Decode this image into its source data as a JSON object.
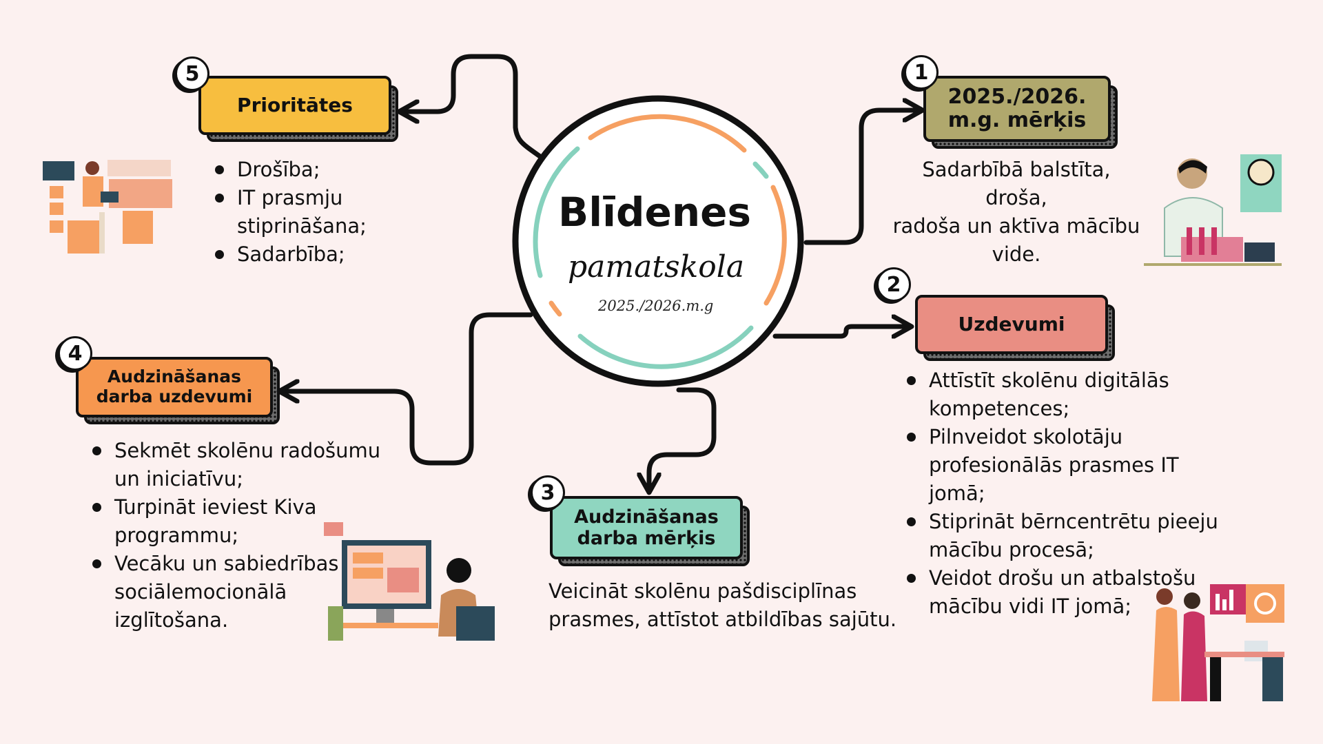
{
  "center": {
    "title": "Blīdenes",
    "subtitle": "pamatskola",
    "year": "2025./2026.m.g"
  },
  "sections": [
    {
      "number": "1",
      "title_line1": "2025./2026.",
      "title_line2": "m.g. mērķis",
      "color": "#b0a86d",
      "text_lines": [
        "Sadarbībā balstīta, droša,",
        "radoša un aktīva mācību",
        "vide."
      ]
    },
    {
      "number": "2",
      "title": "Uzdevumi",
      "color": "#e98e83",
      "items": [
        "Attīstīt skolēnu digitālās kompetences;",
        "Pilnveidot skolotāju profesionālās prasmes IT jomā;",
        "Stiprināt bērncentrētu pieeju mācību procesā;",
        "Veidot drošu un atbalstošu mācību vidi IT jomā;"
      ]
    },
    {
      "number": "3",
      "title_line1": "Audzināšanas",
      "title_line2": "darba mērķis",
      "color": "#8fd6c0",
      "text_lines": [
        "Veicināt skolēnu pašdisciplīnas",
        "prasmes, attīstot atbildības sajūtu."
      ]
    },
    {
      "number": "4",
      "title_line1": "Audzināšanas",
      "title_line2": "darba uzdevumi",
      "color": "#f6974f",
      "items": [
        "Sekmēt skolēnu radošumu un iniciatīvu;",
        "Turpināt ieviest Kiva programmu;",
        "Vecāku un sabiedrības sociālemocionālā izglītošana."
      ]
    },
    {
      "number": "5",
      "title": "Prioritātes",
      "color": "#f7be3f",
      "items": [
        "Drošība;",
        "IT prasmju stiprināšana;",
        "Sadarbība;"
      ]
    }
  ],
  "colors": {
    "background": "#fcf1f0",
    "ring_orange": "#f6a062",
    "ring_teal": "#86d1bd"
  }
}
